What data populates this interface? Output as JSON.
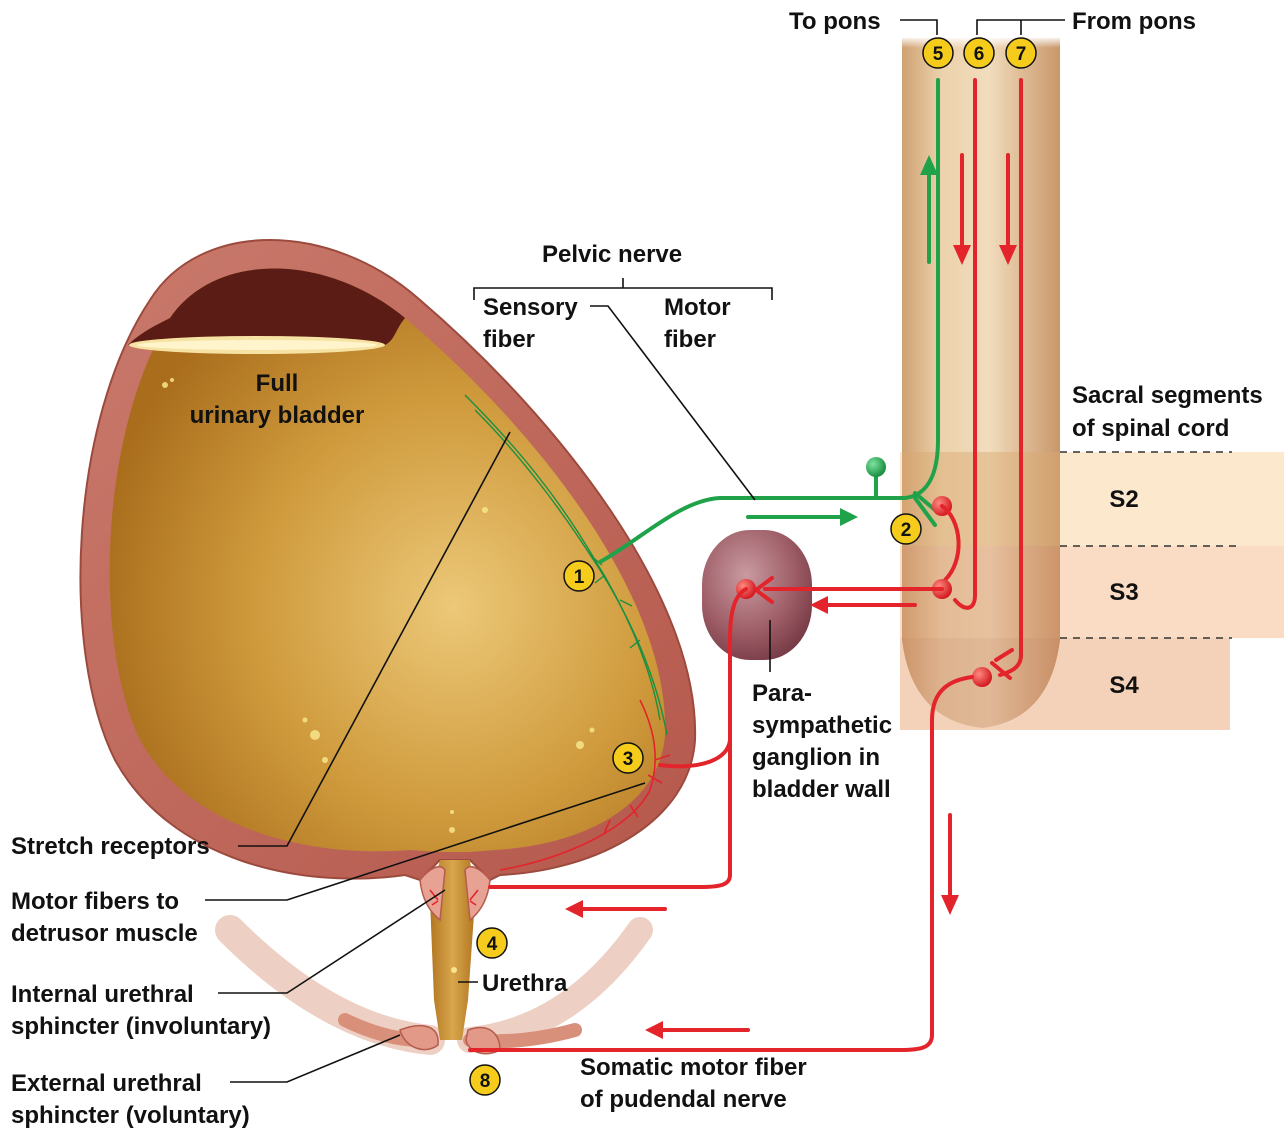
{
  "labels": {
    "to_pons": "To pons",
    "from_pons": "From pons",
    "pelvic_nerve": "Pelvic nerve",
    "sensory_fiber_1": "Sensory",
    "sensory_fiber_2": "fiber",
    "motor_fiber_1": "Motor",
    "motor_fiber_2": "fiber",
    "full_bladder_1": "Full",
    "full_bladder_2": "urinary bladder",
    "sacral_1": "Sacral segments",
    "sacral_2": "of spinal cord",
    "s2": "S2",
    "s3": "S3",
    "s4": "S4",
    "ganglion_1": "Para-",
    "ganglion_2": "sympathetic",
    "ganglion_3": "ganglion in",
    "ganglion_4": "bladder wall",
    "stretch_receptors": "Stretch receptors",
    "motor_detrusor_1": "Motor fibers to",
    "motor_detrusor_2": "detrusor muscle",
    "internal_sphincter_1": "Internal urethral",
    "internal_sphincter_2": "sphincter (involuntary)",
    "external_sphincter_1": "External urethral",
    "external_sphincter_2": "sphincter (voluntary)",
    "urethra": "Urethra",
    "somatic_1": "Somatic motor fiber",
    "somatic_2": "of pudendal nerve"
  },
  "step_badges": [
    "1",
    "2",
    "3",
    "4",
    "5",
    "6",
    "7",
    "8"
  ],
  "colors": {
    "sensory": "#1fa24a",
    "motor": "#e3242b",
    "badge": "#f5cc1b",
    "urine": "#c98f2f",
    "spinal_cord": "#e6c497"
  }
}
